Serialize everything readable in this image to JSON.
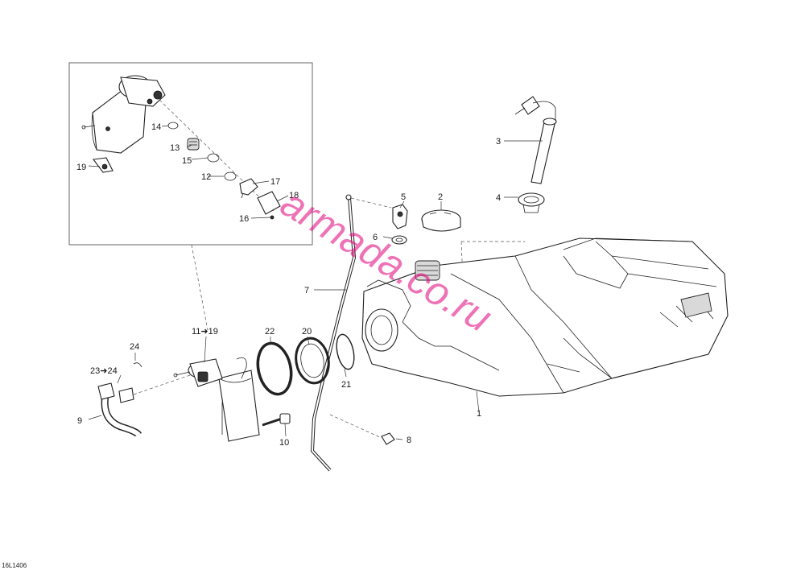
{
  "labels": {
    "l1": "1",
    "l2": "2",
    "l3": "3",
    "l4": "4",
    "l5": "5",
    "l6": "6",
    "l7": "7",
    "l8": "8",
    "l9": "9",
    "l10": "10",
    "l11_19": "11➜19",
    "l12": "12",
    "l13": "13",
    "l14": "14",
    "l15": "15",
    "l16": "16",
    "l17": "17",
    "l18": "18",
    "l19": "19",
    "l20": "20",
    "l21": "21",
    "l22": "22",
    "l23_24": "23➜24",
    "l24": "24"
  },
  "figure_id": "16L1406",
  "watermark": "armada.co.ru"
}
